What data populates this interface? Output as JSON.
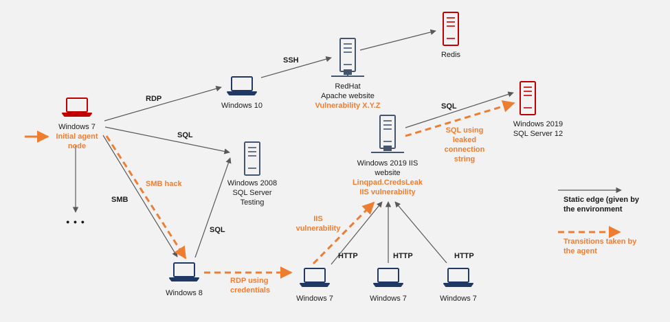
{
  "colors": {
    "background": "#f2f2f2",
    "static_edge": "#595959",
    "transition": "#ed7d31",
    "infected_node": "#c00000",
    "laptop": "#1f3864",
    "server": "#44546a"
  },
  "nodes": {
    "win7_initial": {
      "icon": "laptop-icon",
      "label": "Windows 7",
      "note_lines": [
        "Initial agent",
        "node"
      ]
    },
    "win10": {
      "icon": "laptop-icon",
      "label": "Windows 10"
    },
    "redhat": {
      "icon": "server-icon",
      "label_lines": [
        "RedHat",
        "Apache website"
      ],
      "note": "Vulnerability X.Y.Z"
    },
    "redis": {
      "icon": "server-icon",
      "label": "Redis"
    },
    "win2019_sql": {
      "icon": "server-icon",
      "label_lines": [
        "Windows 2019",
        "SQL Server 12"
      ]
    },
    "win2008": {
      "icon": "server-icon",
      "label_lines": [
        "Windows 2008",
        "SQL Server",
        "Testing"
      ]
    },
    "iis": {
      "icon": "server-icon",
      "label_lines": [
        "Windows 2019 IIS",
        "website"
      ],
      "note_lines": [
        "Linqpad.CredsLeak",
        "IIS vulnerability"
      ]
    },
    "win8": {
      "icon": "laptop-icon",
      "label": "Windows 8"
    },
    "win7_a": {
      "icon": "laptop-icon",
      "label": "Windows 7"
    },
    "win7_b": {
      "icon": "laptop-icon",
      "label": "Windows 7"
    },
    "win7_c": {
      "icon": "laptop-icon",
      "label": "Windows 7"
    },
    "ellipsis": "• • •"
  },
  "edges": {
    "rdp": "RDP",
    "ssh": "SSH",
    "sql_top": "SQL",
    "sql_mid": "SQL",
    "smb": "SMB",
    "sql_win8": "SQL",
    "http_1": "HTTP",
    "http_2": "HTTP",
    "http_3": "HTTP"
  },
  "transitions": {
    "smb_hack": "SMB hack",
    "rdp_using": [
      "RDP using",
      "credentials"
    ],
    "iis_vuln": [
      "IIS",
      "vulnerability"
    ],
    "sql_using": [
      "SQL using",
      "leaked",
      "connection",
      "string"
    ]
  },
  "legend": {
    "static": [
      "Static edge (given by",
      "the environment"
    ],
    "transition": [
      "Transitions taken by",
      "the agent"
    ]
  }
}
